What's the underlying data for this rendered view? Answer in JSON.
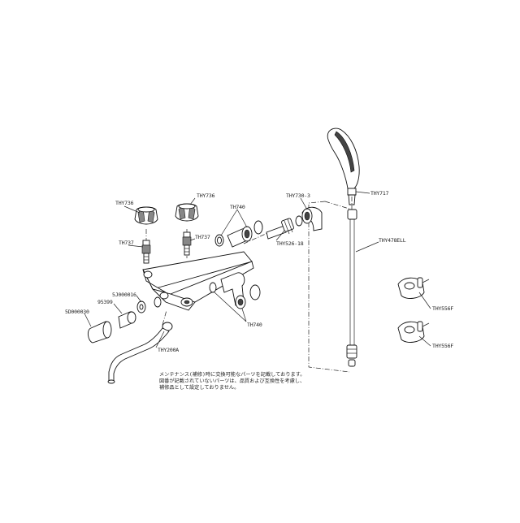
{
  "labels": {
    "handle_left": "THY736",
    "handle_right": "THY736",
    "cart_left": "TH737",
    "cart_right": "TH737",
    "seal_top": "TH740",
    "seal_bottom": "TH740",
    "nut_1": "5J000016",
    "nut_2": "95399",
    "nut_3": "5D000030",
    "spout": "THY200A",
    "elbow": "THY730-3",
    "valve_part": "THY526-18",
    "shower_head": "THY717",
    "hose": "THY478ELL",
    "holder_1": "THY556F",
    "holder_2": "THY556F"
  },
  "note": {
    "line1": "メンテナンス(補修)時に交換可能なパーツを記載しております。",
    "line2": "図番が記載されていないパーツは、品質および互換性を考慮し、",
    "line3": "補修品として設定しておりません。"
  }
}
